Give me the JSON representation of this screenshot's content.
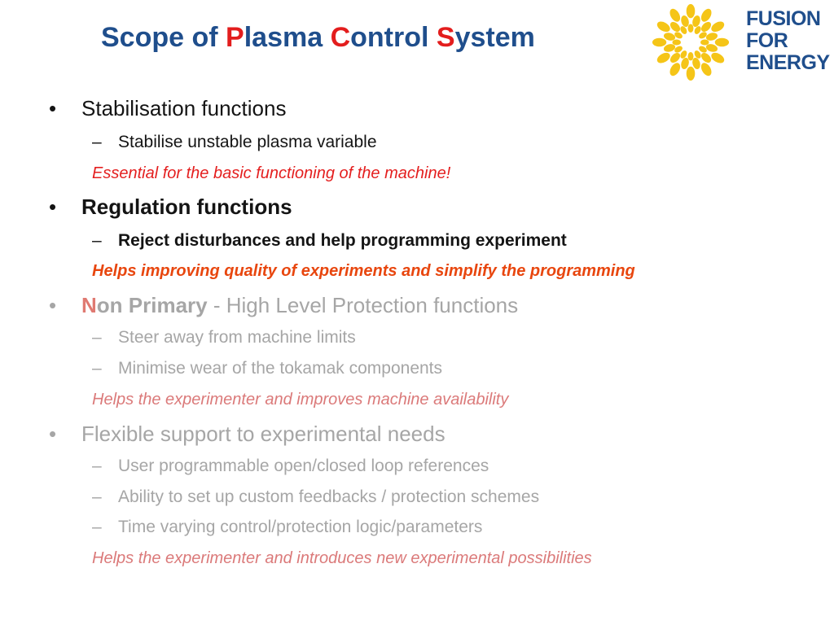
{
  "title": {
    "prefix": "Scope of ",
    "p_letter": "P",
    "p_rest": "lasma ",
    "c_letter": "C",
    "c_rest": "ontrol ",
    "s_letter": "S",
    "s_rest": "ystem"
  },
  "logo": {
    "line1": "FUSION",
    "line2": "FOR",
    "line3": "ENERGY"
  },
  "bullet_glyph": "•",
  "dash_glyph": "–",
  "sections": [
    {
      "heading": "Stabilisation functions",
      "subs": [
        "Stabilise unstable plasma variable"
      ],
      "note": "Essential for the basic functioning of the machine!"
    },
    {
      "heading": "Regulation functions",
      "subs": [
        "Reject disturbances and help programming experiment"
      ],
      "note": "Helps improving quality of experiments and simplify the programming"
    },
    {
      "heading_initial": "N",
      "heading_bold": "on Primary",
      "heading_rest": " - High Level Protection functions",
      "subs": [
        "Steer away from machine limits",
        "Minimise wear of the tokamak components"
      ],
      "note": "Helps the experimenter and improves machine availability"
    },
    {
      "heading": "Flexible support to experimental needs",
      "subs": [
        "User programmable open/closed loop references",
        "Ability to set up custom feedbacks / protection schemes",
        "Time varying control/protection logic/parameters"
      ],
      "note": "Helps the experimenter and introduces new experimental possibilities"
    }
  ],
  "colors": {
    "title_blue": "#1f4e8c",
    "accent_red": "#e31d1d",
    "note_orange": "#e8460e",
    "faded_grey": "#a6a6a6",
    "faded_pink": "#db7a7a",
    "logo_yellow": "#f5c518"
  }
}
